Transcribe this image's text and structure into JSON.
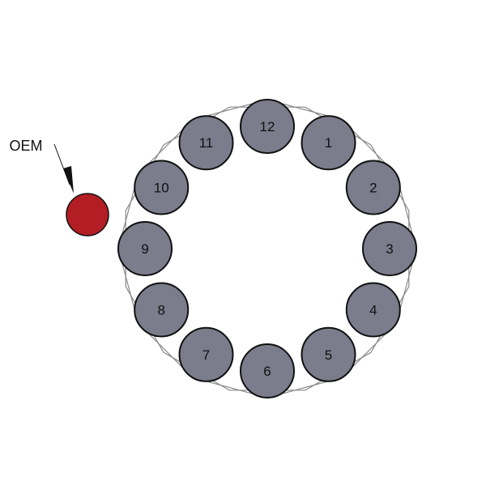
{
  "diagram": {
    "oem_label": "OEM",
    "positions": [
      {
        "label": "1"
      },
      {
        "label": "2"
      },
      {
        "label": "3"
      },
      {
        "label": "4"
      },
      {
        "label": "5"
      },
      {
        "label": "6"
      },
      {
        "label": "7"
      },
      {
        "label": "8"
      },
      {
        "label": "9"
      },
      {
        "label": "10"
      },
      {
        "label": "11"
      },
      {
        "label": "12"
      }
    ]
  },
  "colors": {
    "position_fill": "#7b7c8c",
    "position_stroke": "#111111",
    "oem_fill": "#b21e24",
    "outline": "#8a8a8a",
    "text": "#111111"
  }
}
